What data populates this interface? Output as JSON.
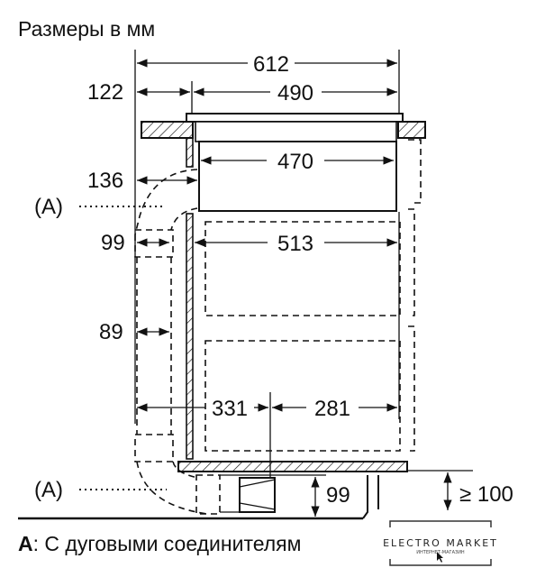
{
  "title": "Размеры в мм",
  "dimensions": {
    "total_width": "612",
    "left_offset": "122",
    "hob_width": "490",
    "body_width": "470",
    "duct_offset": "136",
    "duct_width": "99",
    "inner_width": "513",
    "duct_depth": "89",
    "left_part": "331",
    "right_part": "281",
    "fan_height": "99",
    "min_gap": "≥ 100"
  },
  "callouts": {
    "a_top": "(A)",
    "a_bottom": "(A)"
  },
  "footnote": {
    "key": "A",
    "text": ": С дуговыми соединителям"
  },
  "watermark": {
    "brand": "ELECTRO MARKET",
    "sub": "ИНТЕРНЕТ-МАГАЗИН"
  }
}
